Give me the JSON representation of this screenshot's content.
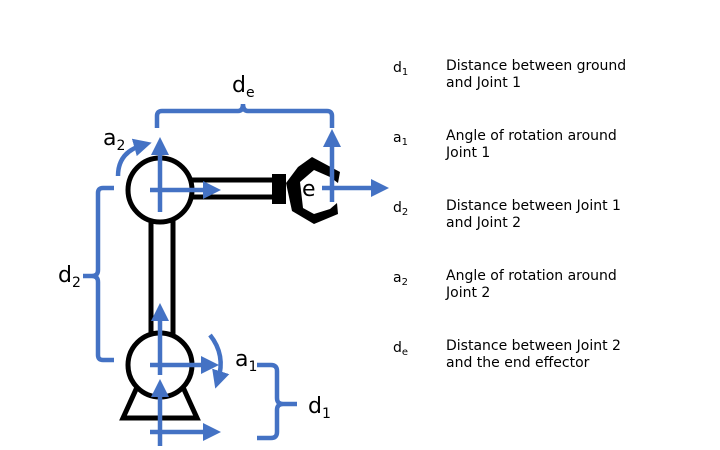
{
  "colors": {
    "arm": "#000000",
    "annotation": "#4472C4",
    "background": "#ffffff"
  },
  "diagram": {
    "labels": {
      "de": {
        "main": "d",
        "sub": "e"
      },
      "a2": {
        "main": "a",
        "sub": "2"
      },
      "d2": {
        "main": "d",
        "sub": "2"
      },
      "a1": {
        "main": "a",
        "sub": "1"
      },
      "d1": {
        "main": "d",
        "sub": "1"
      },
      "effector": "e"
    }
  },
  "legend": [
    {
      "symbol": "d",
      "sub": "1",
      "desc_line1": "Distance between ground",
      "desc_line2": "and Joint 1"
    },
    {
      "symbol": "a",
      "sub": "1",
      "desc_line1": "Angle of rotation around",
      "desc_line2": "Joint 1"
    },
    {
      "symbol": "d",
      "sub": "2",
      "desc_line1": "Distance between Joint 1",
      "desc_line2": "and Joint 2"
    },
    {
      "symbol": "a",
      "sub": "2",
      "desc_line1": "Angle of rotation around",
      "desc_line2": "Joint 2"
    },
    {
      "symbol": "d",
      "sub": "e",
      "desc_line1": "Distance between Joint 2",
      "desc_line2": "and the end effector"
    }
  ]
}
